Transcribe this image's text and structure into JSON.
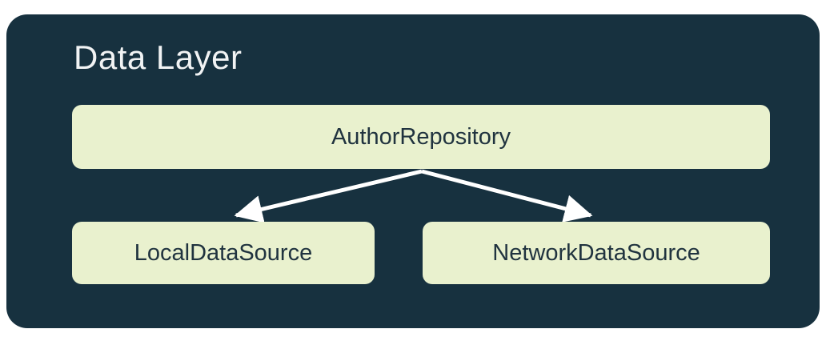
{
  "diagram": {
    "title": "Data Layer",
    "nodes": {
      "repository": {
        "label": "AuthorRepository"
      },
      "local": {
        "label": "LocalDataSource"
      },
      "network": {
        "label": "NetworkDataSource"
      }
    },
    "edges": [
      {
        "from": "AuthorRepository",
        "to": "LocalDataSource"
      },
      {
        "from": "AuthorRepository",
        "to": "NetworkDataSource"
      }
    ],
    "colors": {
      "panel_bg": "#17313f",
      "node_bg": "#e9f1ce",
      "node_text": "#20333f",
      "title_text": "#f1f3f4",
      "arrow": "#ffffff"
    }
  }
}
